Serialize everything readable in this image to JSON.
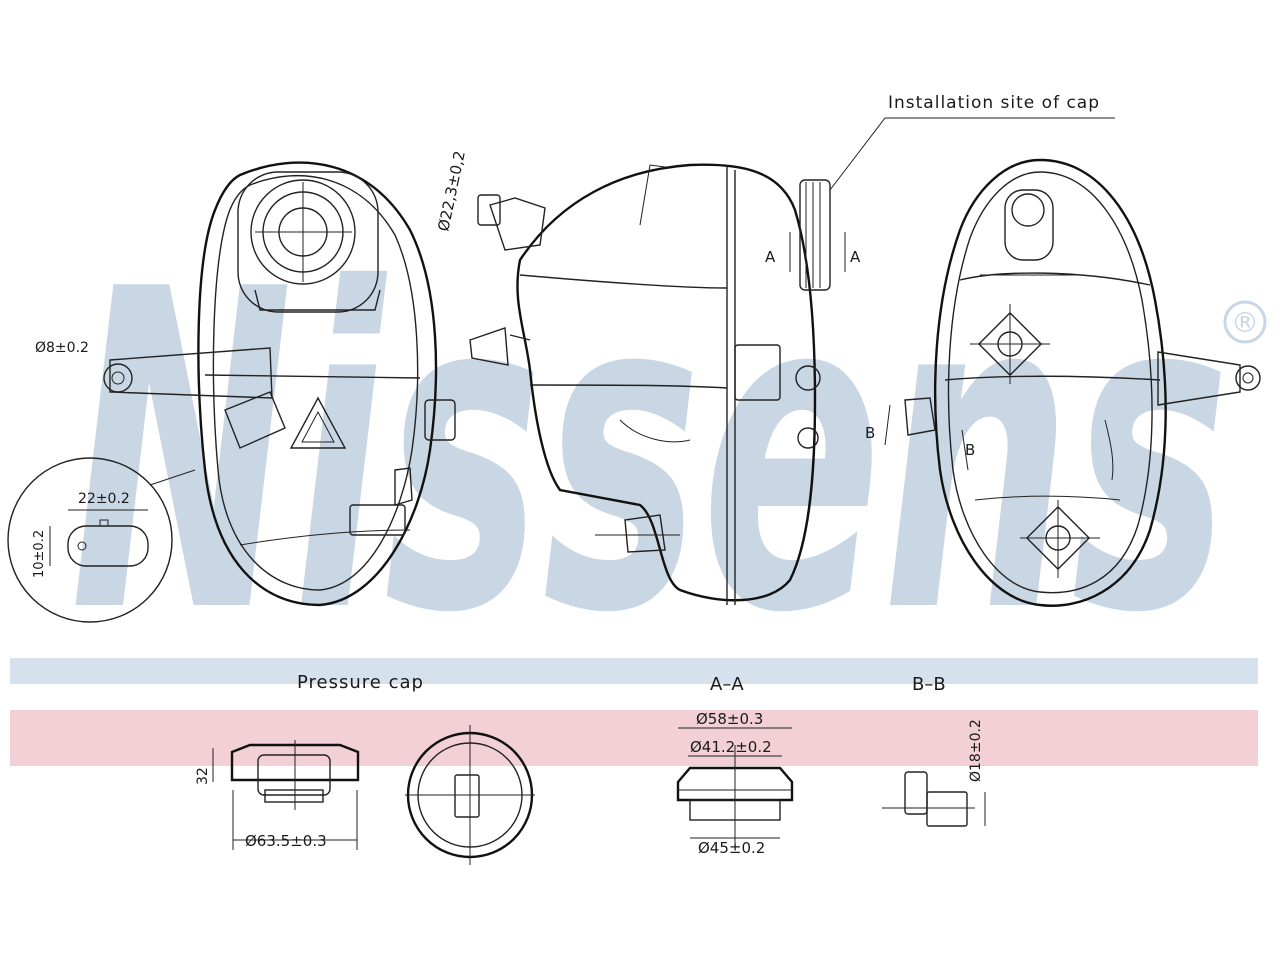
{
  "brand": {
    "text": "Nissens",
    "registered": "®",
    "watermark_color": "#c9d6e3"
  },
  "colors": {
    "band_blue": "#d5e1ec",
    "band_pink": "#f2d0d6",
    "line": "#222222"
  },
  "callouts": {
    "installation": "Installation site of cap"
  },
  "dimensions": {
    "hose_outlet": "Ø22,3±0,2",
    "bracket_hole": "Ø8±0.2",
    "detail_width": "22±0.2",
    "detail_height": "10±0.2",
    "cap_height": "32",
    "cap_diameter": "Ø63.5±0.3",
    "aa_outer": "Ø58±0.3",
    "aa_inner": "Ø41.2±0.2",
    "aa_bottom": "Ø45±0.2",
    "bb_diameter": "Ø18±0.2"
  },
  "section_markers": {
    "a": "A",
    "b": "B"
  },
  "sections": {
    "pressure_cap": "Pressure cap",
    "aa": "A–A",
    "bb": "B–B"
  }
}
